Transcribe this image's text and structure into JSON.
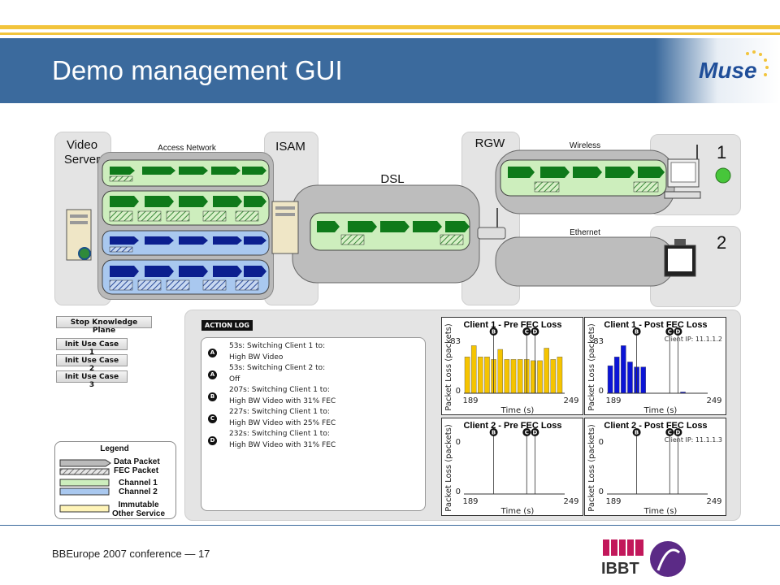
{
  "slide": {
    "title": "Demo management GUI",
    "footer": "BBEurope 2007 conference — 17",
    "logo_text": "Muse",
    "ibbt_text": "IBBT"
  },
  "network": {
    "video_server": "Video\nServer",
    "access_network": "Access Network",
    "isam": "ISAM",
    "dsl": "DSL",
    "rgw": "RGW",
    "wireless": "Wireless",
    "ethernet": "Ethernet",
    "client1_number": "1",
    "client2_number": "2",
    "colors": {
      "channel1": "#cdeebd",
      "channel2": "#a9c8ef",
      "data_green": "#0f7a1a",
      "data_blue": "#0b1f8f"
    }
  },
  "buttons": {
    "stop_knowledge_plane": "Stop Knowledge Plane",
    "init_use_case_1": "Init Use Case 1",
    "init_use_case_2": "Init Use Case 2",
    "init_use_case_3": "Init Use Case 3"
  },
  "action_log": {
    "title": "ACTION LOG",
    "entries": [
      {
        "marker": "A",
        "line1": "53s: Switching Client 1 to:",
        "line2": "High BW Video"
      },
      {
        "marker": "A",
        "line1": "53s: Switching Client 2 to:",
        "line2": "Off"
      },
      {
        "marker": "B",
        "line1": "207s: Switching Client 1 to:",
        "line2": "High BW Video with 31% FEC"
      },
      {
        "marker": "C",
        "line1": "227s: Switching Client 1 to:",
        "line2": "High BW Video with 25% FEC"
      },
      {
        "marker": "D",
        "line1": "232s: Switching Client 1 to:",
        "line2": "High BW Video with 31% FEC"
      }
    ]
  },
  "legend": {
    "title": "Legend",
    "data_packet": "Data Packet",
    "fec_packet": "FEC Packet",
    "channel1": "Channel 1",
    "channel2": "Channel 2",
    "immutable": "Immutable\nOther Service"
  },
  "chart_data": [
    {
      "type": "bar",
      "title": "Client 1 - Pre FEC Loss",
      "xlabel": "Time (s)",
      "ylabel": "Packet Loss (packets)",
      "xlim": [
        189,
        249
      ],
      "ylim": [
        0,
        83
      ],
      "ytick_labels": [
        "0",
        "83"
      ],
      "xtick_labels": [
        "189",
        "249"
      ],
      "color": "#f5c400",
      "values": [
        58,
        76,
        58,
        58,
        54,
        70,
        54,
        54,
        54,
        54,
        52,
        52,
        72,
        54,
        58
      ],
      "markers": [
        {
          "label": "B",
          "x": 207
        },
        {
          "label": "C",
          "x": 227
        },
        {
          "label": "D",
          "x": 232
        }
      ],
      "client_ip": ""
    },
    {
      "type": "bar",
      "title": "Client 1 - Post FEC Loss",
      "xlabel": "Time (s)",
      "ylabel": "Packet Loss (packets)",
      "xlim": [
        189,
        249
      ],
      "ylim": [
        0,
        83
      ],
      "ytick_labels": [
        "0",
        "83"
      ],
      "xtick_labels": [
        "189",
        "249"
      ],
      "color": "#0b14d6",
      "values": [
        44,
        58,
        76,
        50,
        42,
        42,
        0,
        0,
        0,
        0,
        0,
        2,
        0,
        0,
        0
      ],
      "markers": [
        {
          "label": "B",
          "x": 207
        },
        {
          "label": "C",
          "x": 227
        },
        {
          "label": "D",
          "x": 232
        }
      ],
      "client_ip": "Client IP: 11.1.1.2"
    },
    {
      "type": "bar",
      "title": "Client 2 - Pre FEC Loss",
      "xlabel": "Time (s)",
      "ylabel": "Packet Loss (packets)",
      "xlim": [
        189,
        249
      ],
      "ylim": [
        0,
        0
      ],
      "ytick_labels": [
        "0",
        "0"
      ],
      "xtick_labels": [
        "189",
        "249"
      ],
      "color": "#f5c400",
      "values": [],
      "markers": [
        {
          "label": "B",
          "x": 207
        },
        {
          "label": "C",
          "x": 227
        },
        {
          "label": "D",
          "x": 232
        }
      ],
      "client_ip": ""
    },
    {
      "type": "bar",
      "title": "Client 2 - Post FEC Loss",
      "xlabel": "Time (s)",
      "ylabel": "Packet Loss (packets)",
      "xlim": [
        189,
        249
      ],
      "ylim": [
        0,
        0
      ],
      "ytick_labels": [
        "0",
        "0"
      ],
      "xtick_labels": [
        "189",
        "249"
      ],
      "color": "#0b14d6",
      "values": [],
      "markers": [
        {
          "label": "B",
          "x": 207
        },
        {
          "label": "C",
          "x": 227
        },
        {
          "label": "D",
          "x": 232
        }
      ],
      "client_ip": "Client IP: 11.1.1.3"
    }
  ]
}
